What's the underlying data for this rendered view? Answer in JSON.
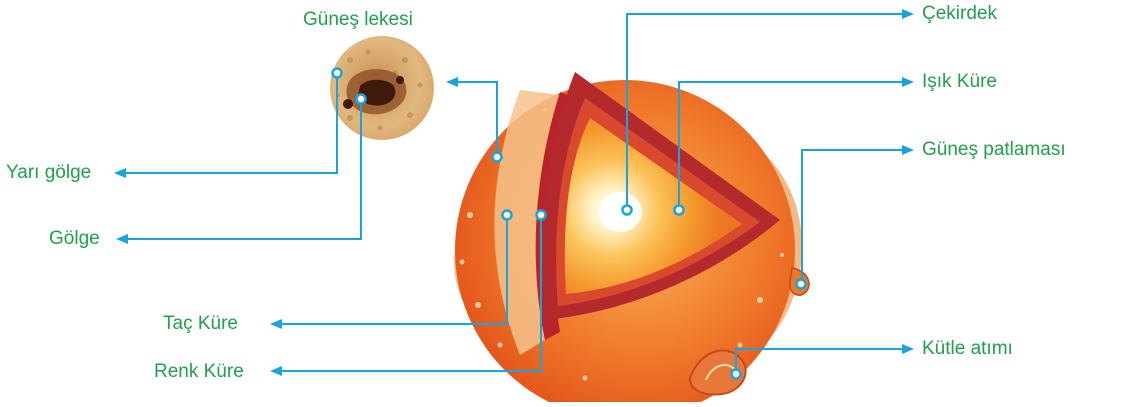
{
  "colors": {
    "label_text": "#22a04a",
    "leader_line": "#1aa4df",
    "core": "#fff6d8",
    "radiative_zone": "#f7a52c",
    "convective_zone": "#b9242b",
    "photosphere": "#ee6a22",
    "corona": "#f3b36f",
    "sunspot_disc": "#e0b780",
    "sunspot_umbra": "#4a2412"
  },
  "labels": {
    "sunspot": "Güneş lekesi",
    "penumbra": "Yarı gölge",
    "umbra": "Gölge",
    "corona": "Taç Küre",
    "chromosphere": "Renk Küre",
    "core": "Çekirdek",
    "photosphere": "Işık Küre",
    "solar_flare": "Güneş patlaması",
    "cme": "Kütle atımı"
  }
}
